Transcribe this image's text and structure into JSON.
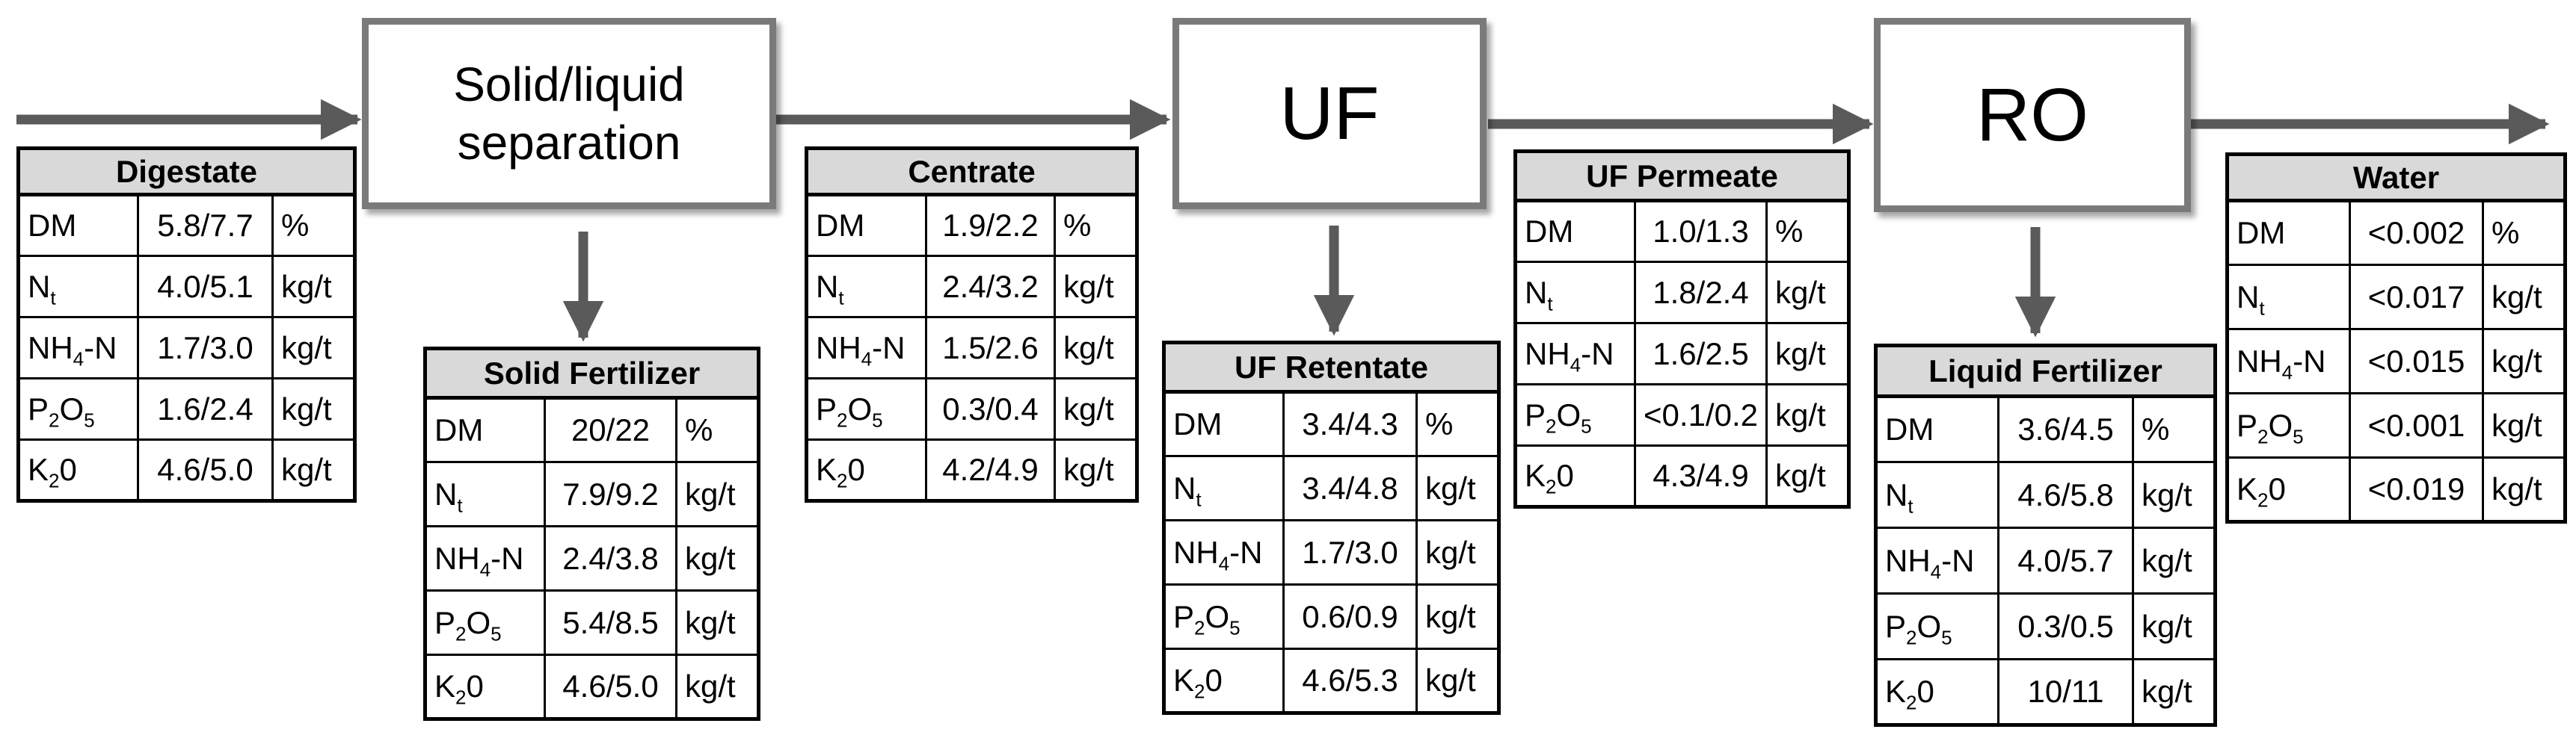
{
  "processes": [
    {
      "id": "separation",
      "lines": [
        "Solid/liquid",
        "separation"
      ]
    },
    {
      "id": "uf",
      "lines": [
        "UF"
      ]
    },
    {
      "id": "ro",
      "lines": [
        "RO"
      ]
    }
  ],
  "tables": [
    {
      "id": "digestate",
      "title": "Digestate",
      "rows": [
        {
          "param": "DM",
          "value": "5.8/7.7",
          "unit": "%"
        },
        {
          "param": "Nt",
          "value": "4.0/5.1",
          "unit": "kg/t"
        },
        {
          "param": "NH4-N",
          "value": "1.7/3.0",
          "unit": "kg/t"
        },
        {
          "param": "P2O5",
          "value": "1.6/2.4",
          "unit": "kg/t"
        },
        {
          "param": "K20",
          "value": "4.6/5.0",
          "unit": "kg/t"
        }
      ]
    },
    {
      "id": "solid-fertilizer",
      "title": "Solid Fertilizer",
      "rows": [
        {
          "param": "DM",
          "value": "20/22",
          "unit": "%"
        },
        {
          "param": "Nt",
          "value": "7.9/9.2",
          "unit": "kg/t"
        },
        {
          "param": "NH4-N",
          "value": "2.4/3.8",
          "unit": "kg/t"
        },
        {
          "param": "P2O5",
          "value": "5.4/8.5",
          "unit": "kg/t"
        },
        {
          "param": "K20",
          "value": "4.6/5.0",
          "unit": "kg/t"
        }
      ]
    },
    {
      "id": "centrate",
      "title": "Centrate",
      "rows": [
        {
          "param": "DM",
          "value": "1.9/2.2",
          "unit": "%"
        },
        {
          "param": "Nt",
          "value": "2.4/3.2",
          "unit": "kg/t"
        },
        {
          "param": "NH4-N",
          "value": "1.5/2.6",
          "unit": "kg/t"
        },
        {
          "param": "P2O5",
          "value": "0.3/0.4",
          "unit": "kg/t"
        },
        {
          "param": "K20",
          "value": "4.2/4.9",
          "unit": "kg/t"
        }
      ]
    },
    {
      "id": "uf-retentate",
      "title": "UF Retentate",
      "rows": [
        {
          "param": "DM",
          "value": "3.4/4.3",
          "unit": "%"
        },
        {
          "param": "Nt",
          "value": "3.4/4.8",
          "unit": "kg/t"
        },
        {
          "param": "NH4-N",
          "value": "1.7/3.0",
          "unit": "kg/t"
        },
        {
          "param": "P2O5",
          "value": "0.6/0.9",
          "unit": "kg/t"
        },
        {
          "param": "K20",
          "value": "4.6/5.3",
          "unit": "kg/t"
        }
      ]
    },
    {
      "id": "uf-permeate",
      "title": "UF Permeate",
      "rows": [
        {
          "param": "DM",
          "value": "1.0/1.3",
          "unit": "%"
        },
        {
          "param": "Nt",
          "value": "1.8/2.4",
          "unit": "kg/t"
        },
        {
          "param": "NH4-N",
          "value": "1.6/2.5",
          "unit": "kg/t"
        },
        {
          "param": "P2O5",
          "value": "<0.1/0.2",
          "unit": "kg/t"
        },
        {
          "param": "K20",
          "value": "4.3/4.9",
          "unit": "kg/t"
        }
      ]
    },
    {
      "id": "liquid-fertilizer",
      "title": "Liquid Fertilizer",
      "rows": [
        {
          "param": "DM",
          "value": "3.6/4.5",
          "unit": "%"
        },
        {
          "param": "Nt",
          "value": "4.6/5.8",
          "unit": "kg/t"
        },
        {
          "param": "NH4-N",
          "value": "4.0/5.7",
          "unit": "kg/t"
        },
        {
          "param": "P2O5",
          "value": "0.3/0.5",
          "unit": "kg/t"
        },
        {
          "param": "K20",
          "value": "10/11",
          "unit": "kg/t"
        }
      ]
    },
    {
      "id": "water",
      "title": "Water",
      "rows": [
        {
          "param": "DM",
          "value": "<0.002",
          "unit": "%"
        },
        {
          "param": "Nt",
          "value": "<0.017",
          "unit": "kg/t"
        },
        {
          "param": "NH4-N",
          "value": "<0.015",
          "unit": "kg/t"
        },
        {
          "param": "P2O5",
          "value": "<0.001",
          "unit": "kg/t"
        },
        {
          "param": "K20",
          "value": "<0.019",
          "unit": "kg/t"
        }
      ]
    }
  ]
}
